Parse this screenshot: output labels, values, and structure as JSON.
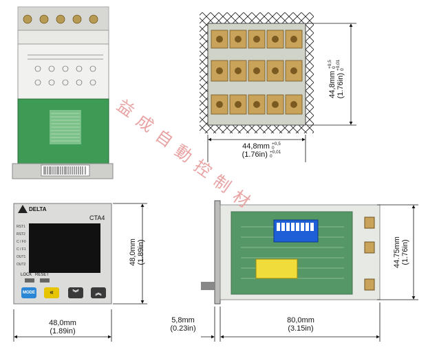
{
  "dimensions": {
    "cutout_width": "44,8mm",
    "cutout_width_in": "(1.76in)",
    "cutout_width_tol_mm": [
      "+0,5",
      "0"
    ],
    "cutout_width_tol_in": [
      "+0,01",
      "0"
    ],
    "cutout_height": "44,8mm",
    "cutout_height_in": "(1.76in)",
    "cutout_height_tol_mm": [
      "+0,5",
      "0"
    ],
    "cutout_height_tol_in": [
      "+0,01",
      "0"
    ],
    "front_height": "48,0mm",
    "front_height_in": "(1.89in)",
    "front_width": "48,0mm",
    "front_width_in": "(1.89in)",
    "bezel_depth": "5,8mm",
    "bezel_depth_in": "(0.23in)",
    "body_depth": "80,0mm",
    "body_depth_in": "(3.15in)",
    "side_height": "44.75mm",
    "side_height_in": "(1.76in)"
  },
  "front_panel": {
    "brand": "DELTA",
    "model": "CTA4",
    "indicators": [
      "RST1",
      "RST2",
      "C / F0",
      "C / F1",
      "OUT1",
      "OUT2"
    ],
    "lock_label": "LOCK",
    "reset_label": "RESET",
    "mode_button": "MODE",
    "shift_button": "«",
    "down_button": "︾",
    "up_button": "︽"
  },
  "watermark": [
    "益",
    "成",
    "自",
    "動",
    "控",
    "制",
    "材"
  ],
  "colors": {
    "mode_button": "#2c86d6",
    "shift_button": "#e6c400",
    "arrow_button": "#3a3a3a",
    "pcb_green": "#3d9b55",
    "dip_blue": "#1e5fd8",
    "watermark": "#e8a3a3"
  }
}
